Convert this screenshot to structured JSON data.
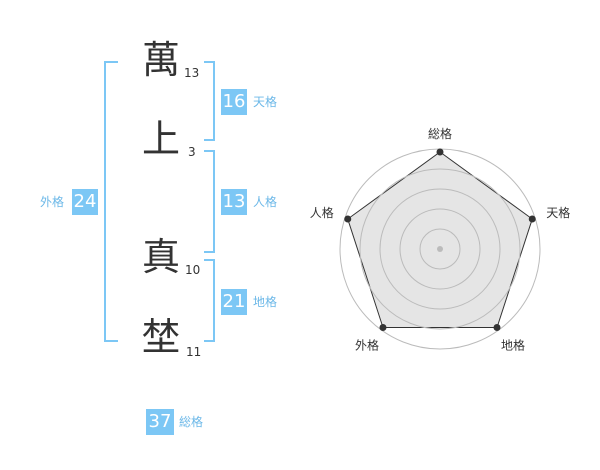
{
  "name": {
    "characters": [
      {
        "char": "萬",
        "strokes": "13"
      },
      {
        "char": "上",
        "strokes": "3"
      },
      {
        "char": "真",
        "strokes": "10"
      },
      {
        "char": "埜",
        "strokes": "11"
      }
    ]
  },
  "fortunes": {
    "tenkaku": {
      "value": "16",
      "label": "天格"
    },
    "jinkaku": {
      "value": "13",
      "label": "人格"
    },
    "chikaku": {
      "value": "21",
      "label": "地格"
    },
    "gaikaku": {
      "value": "24",
      "label": "外格"
    },
    "soukaku": {
      "value": "37",
      "label": "総格"
    }
  },
  "radar": {
    "axes": [
      "総格",
      "天格",
      "地格",
      "外格",
      "人格"
    ],
    "values": [
      1.0,
      1.0,
      1.0,
      1.0,
      1.0
    ],
    "rings": 5,
    "colors": {
      "fill": "#e5e5e5",
      "line": "#333333",
      "grid": "#bbbbbb",
      "point": "#333333"
    }
  },
  "colors": {
    "accent": "#7cc7f5"
  }
}
